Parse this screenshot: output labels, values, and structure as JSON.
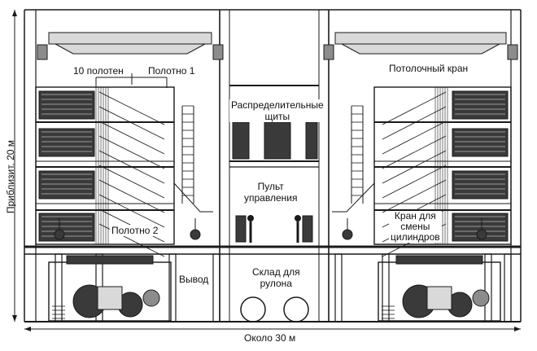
{
  "labels": {
    "panels_10": "10 полотен",
    "panel_1": "Полотно 1",
    "panel_2": "Полотно 2",
    "ceiling_crane": "Потолочный кран",
    "distribution_boards": "Распределительные\nщиты",
    "control_desk": "Пульт\nуправления",
    "cylinder_crane": "Кран для\nсмены\nцилиндров",
    "output": "Вывод",
    "roll_storage": "Склад для\nрулона",
    "height": "Приблизит. 20 м",
    "width": "Около 30 м"
  },
  "colors": {
    "ink": "#1a1a1a",
    "steel": "#3a3a3a",
    "paper": "#ffffff",
    "shade": "#8c8c8c",
    "light": "#d9d9d9"
  }
}
